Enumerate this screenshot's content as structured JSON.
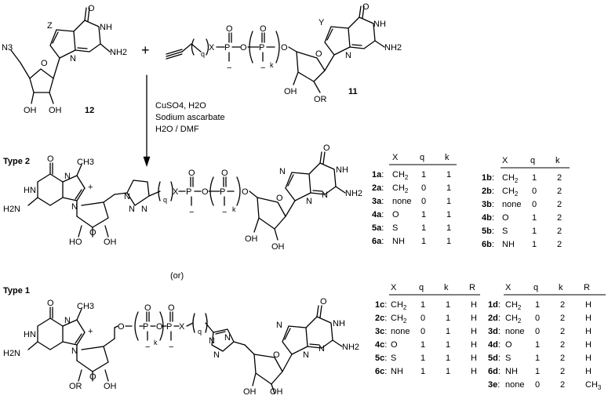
{
  "reagents": {
    "compound_12": "12",
    "compound_11": "11",
    "plus": "+",
    "condition_1": "CuSO4, H2O",
    "condition_2": "Sodium ascarbate",
    "condition_3": "H2O / DMF",
    "or": "(or)"
  },
  "types": {
    "type2": "Type 2",
    "type1": "Type 1"
  },
  "atoms": {
    "N3": "N3",
    "Z": "Z",
    "Y": "Y",
    "N": "N",
    "NH": "NH",
    "NH2": "NH2",
    "H2N": "H2N",
    "O": "O",
    "OH": "OH",
    "OR": "OR",
    "HO": "HO",
    "P": "P",
    "q": "q",
    "k": "k",
    "X": "X",
    "minus": "−",
    "plus_charge": "+",
    "CH3": "CH3"
  },
  "table_2a": {
    "headers": [
      "X",
      "q",
      "k"
    ],
    "rows": [
      {
        "id": "1a",
        "x": "CH2",
        "q": "1",
        "k": "1"
      },
      {
        "id": "2a",
        "x": "CH2",
        "q": "0",
        "k": "1"
      },
      {
        "id": "3a",
        "x": "none",
        "q": "0",
        "k": "1"
      },
      {
        "id": "4a",
        "x": "O",
        "q": "1",
        "k": "1"
      },
      {
        "id": "5a",
        "x": "S",
        "q": "1",
        "k": "1"
      },
      {
        "id": "6a",
        "x": "NH",
        "q": "1",
        "k": "1"
      }
    ]
  },
  "table_2b": {
    "headers": [
      "X",
      "q",
      "k"
    ],
    "rows": [
      {
        "id": "1b",
        "x": "CH2",
        "q": "1",
        "k": "2"
      },
      {
        "id": "2b",
        "x": "CH2",
        "q": "0",
        "k": "2"
      },
      {
        "id": "3b",
        "x": "none",
        "q": "0",
        "k": "2"
      },
      {
        "id": "4b",
        "x": "O",
        "q": "1",
        "k": "2"
      },
      {
        "id": "5b",
        "x": "S",
        "q": "1",
        "k": "2"
      },
      {
        "id": "6b",
        "x": "NH",
        "q": "1",
        "k": "2"
      }
    ]
  },
  "table_1c": {
    "headers": [
      "X",
      "q",
      "k",
      "R"
    ],
    "rows": [
      {
        "id": "1c",
        "x": "CH2",
        "q": "1",
        "k": "1",
        "r": "H"
      },
      {
        "id": "2c",
        "x": "CH2",
        "q": "0",
        "k": "1",
        "r": "H"
      },
      {
        "id": "3c",
        "x": "none",
        "q": "0",
        "k": "1",
        "r": "H"
      },
      {
        "id": "4c",
        "x": "O",
        "q": "1",
        "k": "1",
        "r": "H"
      },
      {
        "id": "5c",
        "x": "S",
        "q": "1",
        "k": "1",
        "r": "H"
      },
      {
        "id": "6c",
        "x": "NH",
        "q": "1",
        "k": "1",
        "r": "H"
      }
    ]
  },
  "table_1d": {
    "headers": [
      "X",
      "q",
      "k",
      "R"
    ],
    "rows": [
      {
        "id": "1d",
        "x": "CH2",
        "q": "1",
        "k": "2",
        "r": "H"
      },
      {
        "id": "2d",
        "x": "CH2",
        "q": "0",
        "k": "2",
        "r": "H"
      },
      {
        "id": "3d",
        "x": "none",
        "q": "0",
        "k": "2",
        "r": "H"
      },
      {
        "id": "4d",
        "x": "O",
        "q": "1",
        "k": "2",
        "r": "H"
      },
      {
        "id": "5d",
        "x": "S",
        "q": "1",
        "k": "2",
        "r": "H"
      },
      {
        "id": "6d",
        "x": "NH",
        "q": "1",
        "k": "2",
        "r": "H"
      },
      {
        "id": "3e",
        "x": "none",
        "q": "0",
        "k": "2",
        "r": "CH3"
      }
    ]
  }
}
